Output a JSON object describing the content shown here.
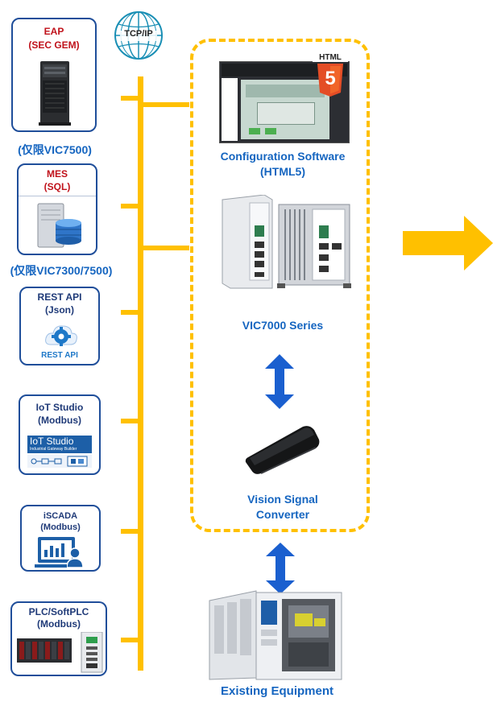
{
  "network": {
    "protocol": "TCP/IP"
  },
  "sources": [
    {
      "title": "EAP",
      "subtitle": "(SEC GEM)",
      "note": "(仅限VIC7500)"
    },
    {
      "title": "MES",
      "subtitle": "(SQL)",
      "note": "(仅限VIC7300/7500)"
    },
    {
      "title": "REST API",
      "subtitle": "(Json)",
      "caption": "REST API"
    },
    {
      "title": "IoT Studio",
      "subtitle": "(Modbus)",
      "logo_text": "IoT Studio",
      "logo_subtext": "Industrial Gateway Builder"
    },
    {
      "title": "iSCADA",
      "subtitle": "(Modbus)"
    },
    {
      "title": "PLC/SoftPLC",
      "subtitle": "(Modbus)"
    }
  ],
  "group": {
    "html_badge": "HTML",
    "html_badge_number": "5",
    "config_label_line1": "Configuration Software",
    "config_label_line2": "(HTML5)",
    "series_label": "VIC7000 Series",
    "converter_line1": "Vision Signal",
    "converter_line2": "Converter"
  },
  "equipment_label": "Existing Equipment",
  "colors": {
    "bus": "#ffc000",
    "box_border": "#1f4e9a",
    "label_blue": "#1565c0",
    "label_red": "#c0121b",
    "arrow_blue": "#1a5fcf"
  }
}
